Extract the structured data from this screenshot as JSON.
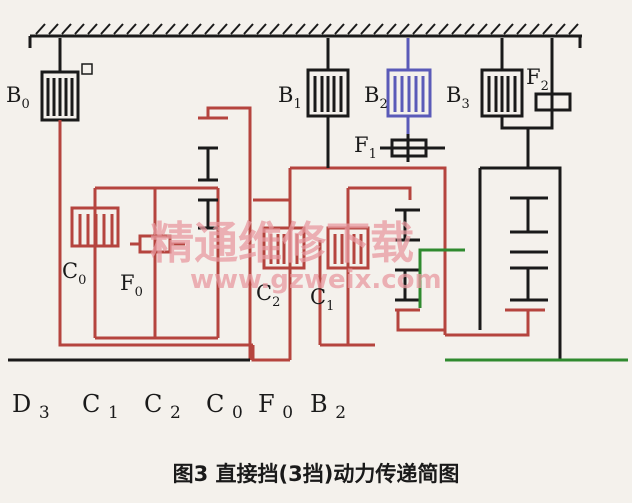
{
  "labels": {
    "b0": "B",
    "b0_sub": "0",
    "b1": "B",
    "b1_sub": "1",
    "b2": "B",
    "b2_sub": "2",
    "b3": "B",
    "b3_sub": "3",
    "f2": "F",
    "f2_sub": "2",
    "f1": "F",
    "f1_sub": "1",
    "c0": "C",
    "c0_sub": "0",
    "f0": "F",
    "f0_sub": "0",
    "c2": "C",
    "c2_sub": "2",
    "c1": "C",
    "c1_sub": "1"
  },
  "bottom_labels": [
    {
      "main": "D",
      "sub": "3"
    },
    {
      "main": "C",
      "sub": "1"
    },
    {
      "main": "C",
      "sub": "2"
    },
    {
      "main": "C",
      "sub": "0"
    },
    {
      "main": "F",
      "sub": "0"
    },
    {
      "main": "B",
      "sub": "2"
    }
  ],
  "watermark": {
    "line1": "精通维修下载",
    "line2": "www.gzweix.com"
  },
  "caption": "图3 直接挡(3挡)动力传递简图",
  "colors": {
    "active": "#b5443e",
    "idle": "#1a1a1a",
    "output": "#2f8a2f",
    "b2": "#5a5ab8",
    "ground": "#1a1a1a"
  }
}
